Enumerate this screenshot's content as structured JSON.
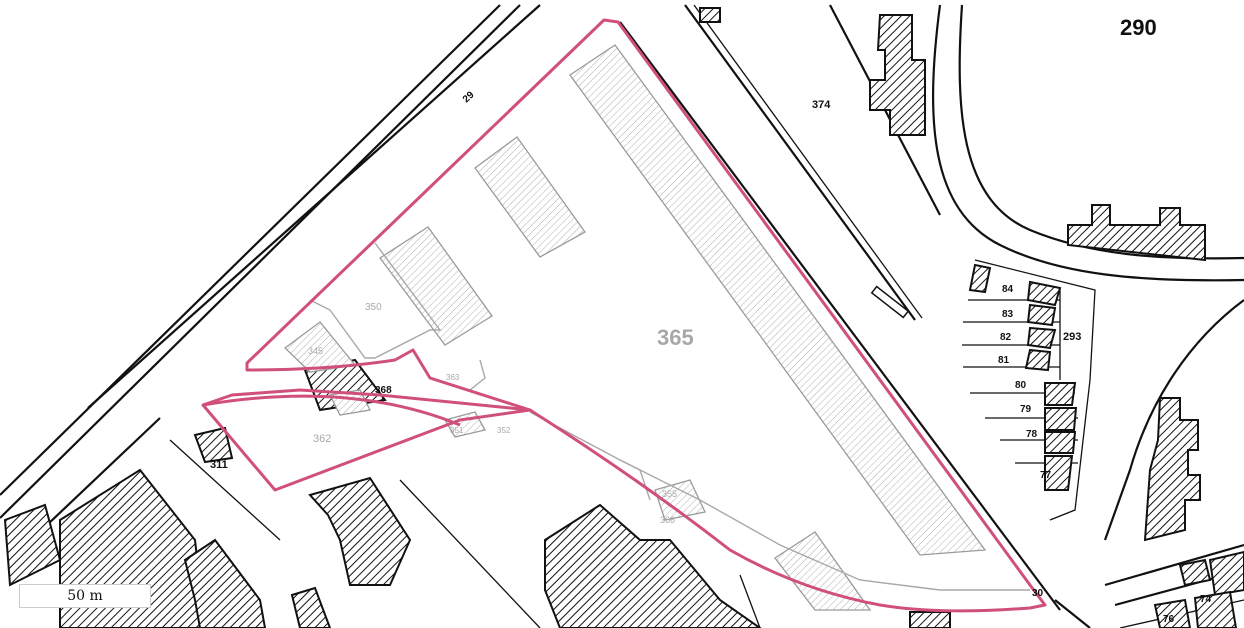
{
  "map": {
    "scale_label": "50 m",
    "parcels": {
      "main": "365",
      "top_right": "290",
      "p374": "374",
      "p293": "293",
      "p362": "362",
      "p350": "350",
      "p345": "345",
      "p368": "368",
      "p363": "363",
      "p351": "351",
      "p352": "352",
      "p366": "366",
      "p355": "355",
      "p311": "311",
      "road_top": "29",
      "road_bottom": "30",
      "p84": "84",
      "p83": "83",
      "p82": "82",
      "p81": "81",
      "p80": "80",
      "p79": "79",
      "p78": "78",
      "p77": "77",
      "p76": "76",
      "p74": "74"
    },
    "colors": {
      "boundary": "#d0507a",
      "building_hatch": "#111111",
      "existing_building_hatch": "#a8a8a8"
    }
  }
}
